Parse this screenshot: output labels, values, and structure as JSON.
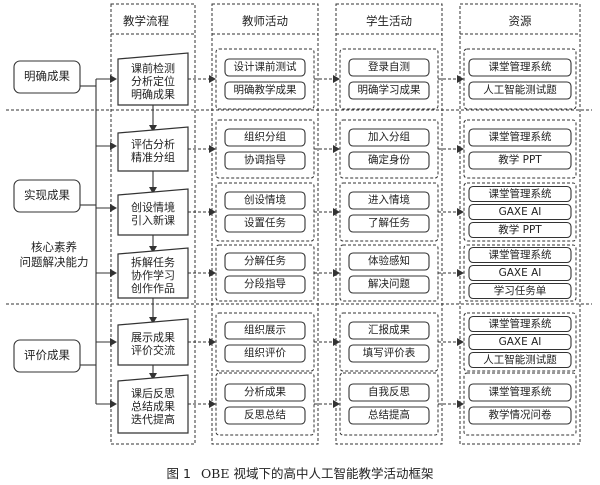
{
  "columns": {
    "flow": "教学流程",
    "teacher": "教师活动",
    "student": "学生活动",
    "resources": "资源"
  },
  "phases": {
    "clear": "明确成果",
    "achieve": "实现成果",
    "evaluate": "评价成果"
  },
  "core": {
    "line1": "核心素养",
    "line2": "问题解决能力"
  },
  "steps": [
    {
      "flow": [
        "课前检测",
        "分析定位",
        "明确成果"
      ],
      "teacher": [
        "设计课前测试",
        "明确教学成果"
      ],
      "student": [
        "登录自测",
        "明确学习成果"
      ],
      "resources": [
        "课堂管理系统",
        "人工智能测试题"
      ]
    },
    {
      "flow": [
        "评估分析",
        "精准分组"
      ],
      "teacher": [
        "组织分组",
        "协调指导"
      ],
      "student": [
        "加入分组",
        "确定身份"
      ],
      "resources": [
        "课堂管理系统",
        "教学 PPT"
      ]
    },
    {
      "flow": [
        "创设情境",
        "引入新课"
      ],
      "teacher": [
        "创设情境",
        "设置任务"
      ],
      "student": [
        "进入情境",
        "了解任务"
      ],
      "resources": [
        "课堂管理系统",
        "GAXE AI",
        "教学 PPT"
      ]
    },
    {
      "flow": [
        "拆解任务",
        "协作学习",
        "创作作品"
      ],
      "teacher": [
        "分解任务",
        "分段指导"
      ],
      "student": [
        "体验感知",
        "解决问题"
      ],
      "resources": [
        "课堂管理系统",
        "GAXE AI",
        "学习任务单"
      ]
    },
    {
      "flow": [
        "展示成果",
        "评价交流"
      ],
      "teacher": [
        "组织展示",
        "组织评价"
      ],
      "student": [
        "汇报成果",
        "填写评价表"
      ],
      "resources": [
        "课堂管理系统",
        "GAXE AI",
        "人工智能测试题"
      ]
    },
    {
      "flow": [
        "课后反思",
        "总结成果",
        "迭代提高"
      ],
      "teacher": [
        "分析成果",
        "反思总结"
      ],
      "student": [
        "自我反思",
        "总结提高"
      ],
      "resources": [
        "课堂管理系统",
        "教学情况问卷"
      ]
    }
  ],
  "caption": {
    "figure": "图 1",
    "title": "OBE 视域下的高中人工智能教学活动框架"
  },
  "colors": {
    "line": "#333333",
    "text": "#222222"
  }
}
